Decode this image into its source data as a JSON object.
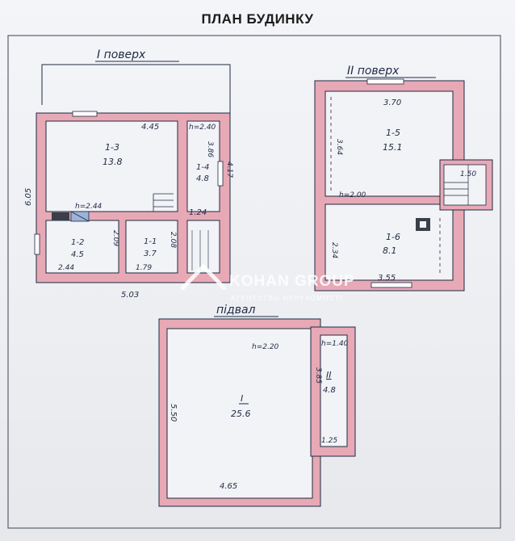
{
  "title": "ПЛАН БУДИНКУ",
  "floors": {
    "first": {
      "label": "I поверх",
      "rooms": [
        {
          "id": "1-3",
          "area": "13.8"
        },
        {
          "id": "1-4",
          "area": "4.8"
        },
        {
          "id": "1-2",
          "area": "4.5"
        },
        {
          "id": "1-1",
          "area": "3.7"
        }
      ],
      "dims": {
        "top": "4.45",
        "height_r": "h=2.40",
        "v1": "3.86",
        "v2": "4.17",
        "left": "6.05",
        "height_k": "h=2.44",
        "mid": "1.24",
        "v3": "2.09",
        "v4": "2.08",
        "b1": "2.44",
        "b2": "1.79",
        "bottom": "5.03"
      }
    },
    "second": {
      "label": "II поверх",
      "rooms": [
        {
          "id": "1-5",
          "area": "15.1"
        },
        {
          "id": "1-6",
          "area": "8.1"
        }
      ],
      "dims": {
        "top": "3.70",
        "left": "3.64",
        "stair": "1.50",
        "height": "h=2.00",
        "v": "2.34",
        "bottom": "3.55"
      }
    },
    "basement": {
      "label": "підвал",
      "rooms": [
        {
          "id": "I",
          "area": "25.6"
        },
        {
          "id": "II",
          "area": "4.8"
        }
      ],
      "dims": {
        "height": "h=2.20",
        "height2": "h=1.40",
        "v": "3.85",
        "left": "5.50",
        "small": "1.25",
        "bottom": "4.65"
      }
    }
  },
  "watermark": {
    "name": "KOHAN GROUP",
    "subtitle": "АГЕНТСТВО НЕРУХОМОСТІ"
  },
  "colors": {
    "wall": "#e7a9b5",
    "line": "#1f2a44",
    "paper": "#f0f1f4"
  }
}
